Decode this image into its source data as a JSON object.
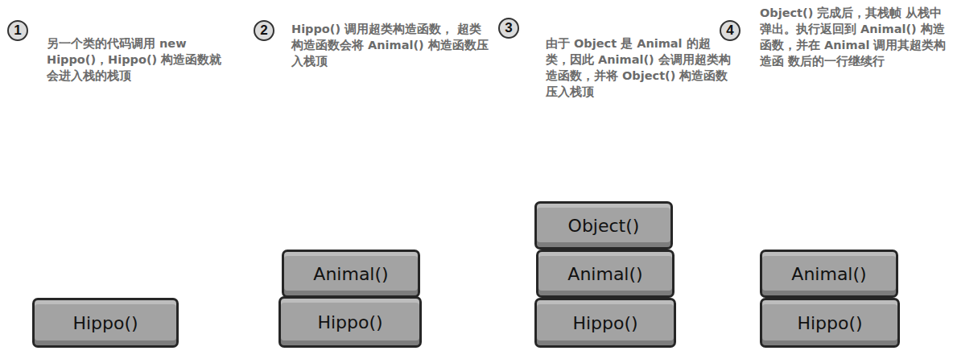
{
  "diagram": {
    "nodes": [
      {
        "text": [
          "Hippo()"
        ]
      },
      {
        "text": [
          "Animal()"
        ]
      },
      {
        "text": [
          "Hippo()"
        ]
      },
      {
        "text": [
          "Object()"
        ]
      },
      {
        "text": [
          "Animal()"
        ]
      },
      {
        "text": [
          "Hippo()"
        ]
      },
      {
        "text": [
          "Animal()"
        ]
      },
      {
        "text": [
          "Hippo()"
        ]
      }
    ],
    "edges": [],
    "labels": [
      "1",
      "另一个类的代码调用 new Hippo()，Hippo() 构造函数就会进入栈的栈顶",
      "2",
      "Hippo() 调用超类构造函数， 超类构造函数会将 Animal() 构造函数压入栈顶",
      "3",
      "由于 Object 是 Animal 的超类，因此 Animal() 会调用超类构造函数，并将 Object() 构造函数压入栈顶",
      "4",
      "Object() 完成后，其栈帧 从栈中弹出。执行返回到 Animal() 构造函数，并在 Animal 调用其超类构造函 数后的一行继续行"
    ]
  }
}
